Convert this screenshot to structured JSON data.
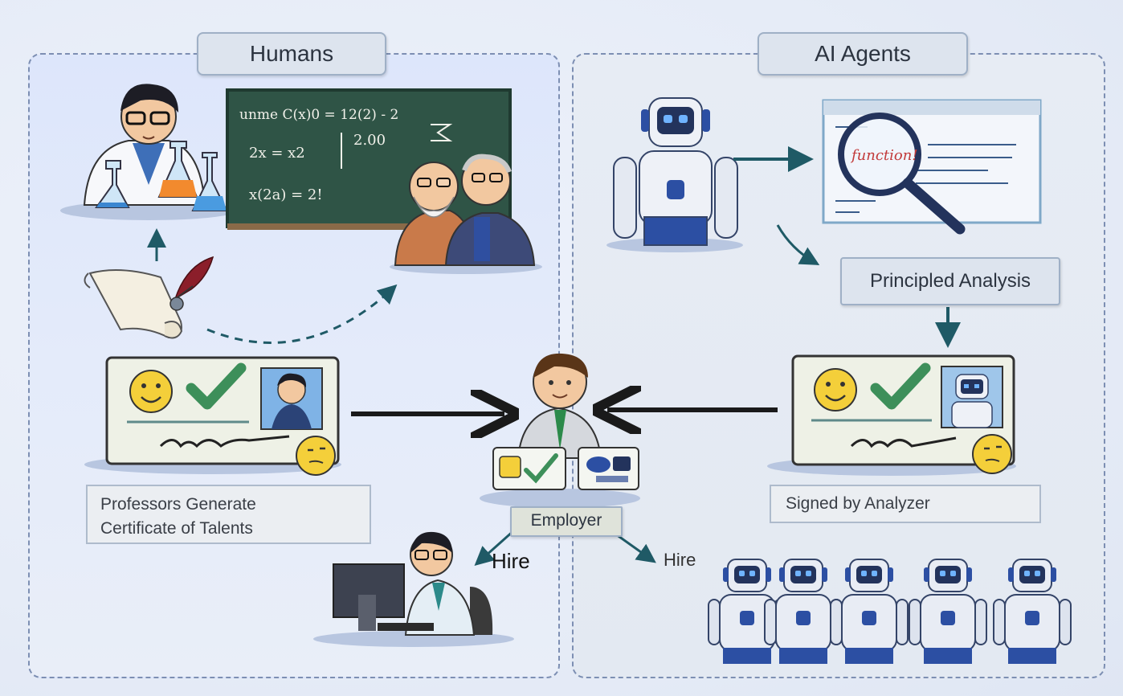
{
  "panels": {
    "humans_title": "Humans",
    "agents_title": "AI Agents"
  },
  "boxes": {
    "principled_analysis": "Principled Analysis",
    "professors_line1": "Professors Generate",
    "professors_line2": "Certificate of Talents",
    "signed_by": "Signed by Analyzer",
    "employer": "Employer"
  },
  "edges": {
    "hire_left": "Hire",
    "hire_right": "Hire"
  },
  "artwork_text": {
    "code_highlight": "function!",
    "blackboard_line1": "unme C(x)0 = 12(2) - 2",
    "blackboard_line2": "2x = x2",
    "blackboard_line3": "2.00",
    "blackboard_line4": "x(2a) = 2!"
  },
  "colors": {
    "panel_border": "#7d8fb3",
    "arrow_dark": "#1a1a1a",
    "arrow_teal": "#1f5a66",
    "check_green": "#3d8f5a",
    "smiley_yellow": "#f4cf3a",
    "robot_blue": "#2c4fa3",
    "blackboard": "#2f5446"
  }
}
